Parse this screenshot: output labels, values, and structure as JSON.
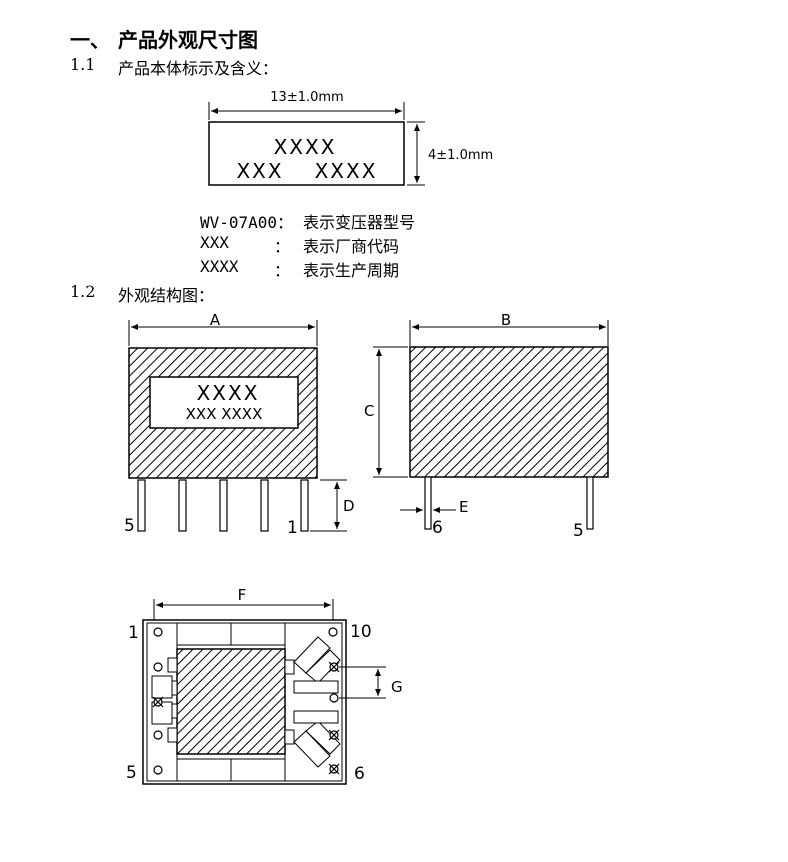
{
  "heading": {
    "number": "一、",
    "title": "产品外观尺寸图"
  },
  "s11": {
    "number": "1.1",
    "title": "产品本体标示及含义："
  },
  "s12": {
    "number": "1.2",
    "title": "外观结构图："
  },
  "marking": {
    "width_dim": "13±1.0mm",
    "height_dim": "4±1.0mm",
    "line1": "XXXX",
    "line2_left": "XXX",
    "line2_right": "XXXX"
  },
  "legend": [
    {
      "code": "WV-07A00：",
      "sep": "",
      "meaning": "表示变压器型号"
    },
    {
      "code": "XXX",
      "sep": "：",
      "meaning": "表示厂商代码"
    },
    {
      "code": "XXXX",
      "sep": "：",
      "meaning": "表示生产周期"
    }
  ],
  "front_view": {
    "dim_a": "A",
    "dim_d": "D",
    "mark1": "XXXX",
    "mark2": "XXX XXXX",
    "pin_left": "5",
    "pin_right": "1"
  },
  "side_view": {
    "dim_b": "B",
    "dim_c": "C",
    "dim_e": "E",
    "pin_left": "6",
    "pin_right": "5"
  },
  "bottom_view": {
    "dim_f": "F",
    "dim_g": "G",
    "pin_tl": "1",
    "pin_tr": "10",
    "pin_bl": "5",
    "pin_br": "6"
  }
}
